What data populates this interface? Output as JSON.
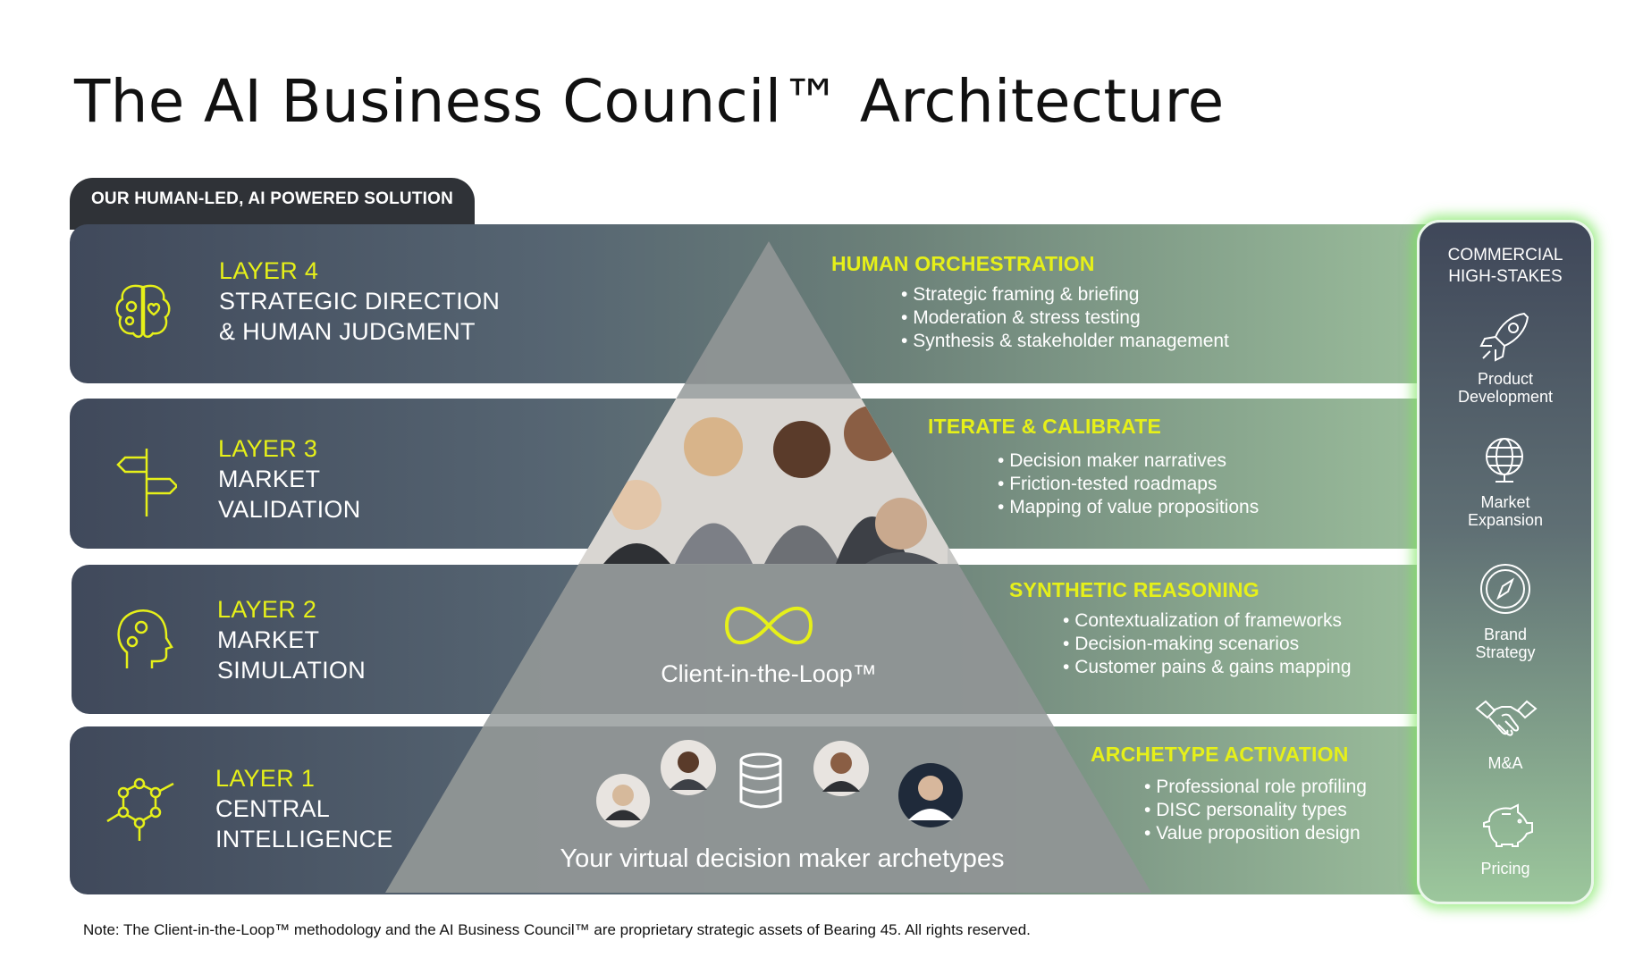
{
  "title": "The AI Business Council™ Architecture",
  "tab_label": "OUR HUMAN-LED, AI POWERED SOLUTION",
  "layers": [
    {
      "number": "LAYER 4",
      "line1": "STRATEGIC DIRECTION",
      "line2": "& HUMAN JUDGMENT",
      "icon": "brain-gears-heart-icon",
      "section_title": "HUMAN ORCHESTRATION",
      "bullets": [
        "Strategic framing & briefing",
        "Moderation & stress testing",
        "Synthesis & stakeholder management"
      ]
    },
    {
      "number": "LAYER 3",
      "line1": "MARKET",
      "line2": "VALIDATION",
      "icon": "signpost-icon",
      "section_title": "ITERATE & CALIBRATE",
      "bullets": [
        "Decision maker narratives",
        "Friction-tested roadmaps",
        "Mapping of value propositions"
      ]
    },
    {
      "number": "LAYER 2",
      "line1": "MARKET",
      "line2": "SIMULATION",
      "icon": "head-gears-icon",
      "section_title": "SYNTHETIC REASONING",
      "bullets": [
        "Contextualization of frameworks",
        "Decision-making scenarios",
        "Customer pains & gains mapping"
      ]
    },
    {
      "number": "LAYER 1",
      "line1": "CENTRAL",
      "line2": "INTELLIGENCE",
      "icon": "network-nodes-icon",
      "section_title": "ARCHETYPE ACTIVATION",
      "bullets": [
        "Professional role profiling",
        "DISC personality types",
        "Value proposition design"
      ]
    }
  ],
  "pyramid": {
    "loop_label": "Client-in-the-Loop™",
    "archetypes_label": "Your virtual decision maker archetypes",
    "loop_icon": "infinity-icon",
    "database_icon": "database-icon"
  },
  "side_panel": {
    "header_line1": "COMMERCIAL",
    "header_line2": "HIGH-STAKES",
    "items": [
      {
        "line1": "Product",
        "line2": "Development",
        "icon": "rocket-icon"
      },
      {
        "line1": "Market",
        "line2": "Expansion",
        "icon": "globe-icon"
      },
      {
        "line1": "Brand",
        "line2": "Strategy",
        "icon": "compass-icon"
      },
      {
        "line1": "M&A",
        "line2": "",
        "icon": "handshake-icon"
      },
      {
        "line1": "Pricing",
        "line2": "",
        "icon": "piggy-bank-icon"
      }
    ]
  },
  "note": "Note:  The Client-in-the-Loop™ methodology and the AI Business Council™ are proprietary strategic assets of Bearing 45. All rights reserved.",
  "colors": {
    "accent": "#e6f019",
    "band_dark": "#40495b",
    "band_light": "#9cbf9c",
    "pyramid": "#8f9595",
    "glow": "#7ee65a"
  }
}
